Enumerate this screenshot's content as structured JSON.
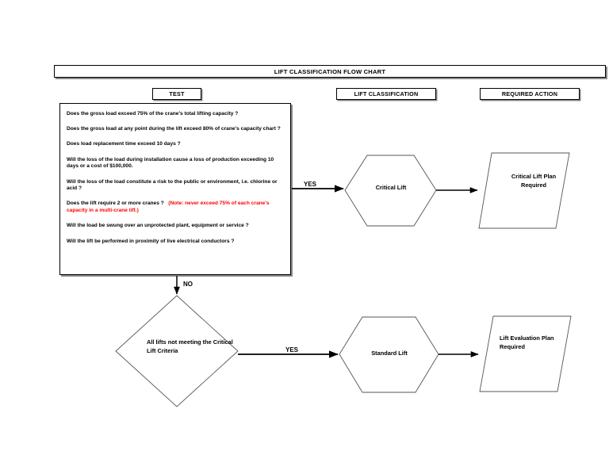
{
  "document": {
    "title": "LIFT CLASSIFICATION FLOW CHART"
  },
  "column_headers": {
    "test": "TEST",
    "classification": "LIFT CLASSIFICATION",
    "action": "REQUIRED ACTION"
  },
  "test_criteria": {
    "questions": [
      "Does the gross load exceed 75% of the crane's total lifting capacity ?",
      "Does the gross load at any point during the lift exceed 80% of crane's capacity chart ?",
      "Does load replacement time exceed 10 days ?",
      "Will the loss of the load during installation cause a loss of production exceeding 10 days or a cost of $100,000.",
      "Will the loss of the load constitute a risk to the public or environment, i.e. chlorine or acid ?",
      "Does the lift require 2 or more cranes ?",
      "Will the load be swung over an unprotected plant, equipment or service ?",
      "Will the lift be performed in proximity of live electrical conductors ?"
    ],
    "crane_note": "(Note: never exceed 75% of each crane's capacity in a multi-crane lift.)",
    "note_color": "#ff0000"
  },
  "decision": {
    "diamond_text": "All lifts not meeting the Critical Lift Criteria"
  },
  "classifications": {
    "critical": "Critical Lift",
    "standard": "Standard Lift"
  },
  "actions": {
    "critical_plan": "Critical Lift Plan Required",
    "lift_evaluation_plan": "Lift Evaluation Plan Required"
  },
  "edges": {
    "yes_top": "YES",
    "no": "NO",
    "yes_bottom": "YES"
  },
  "colors": {
    "stroke": "#000000",
    "shape_stroke": "#555555",
    "shadow": "#8a8a8a",
    "background": "#ffffff",
    "note": "#ff0000"
  }
}
